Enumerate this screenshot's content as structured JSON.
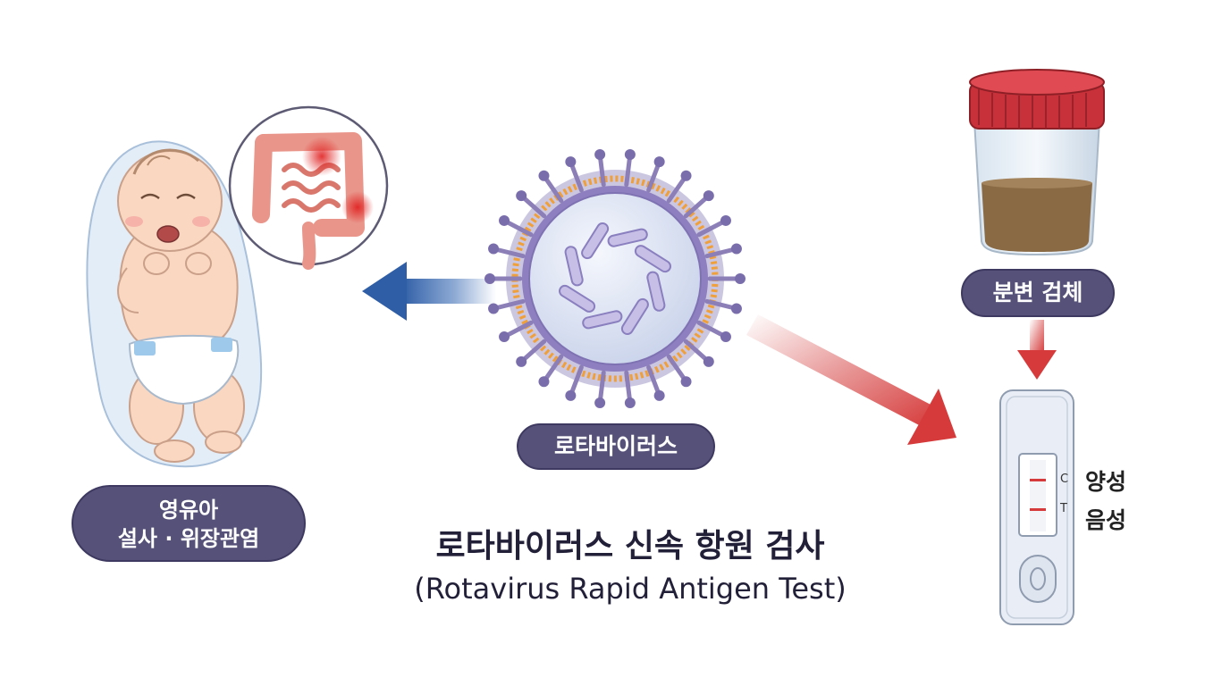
{
  "labels": {
    "infant_line1": "영유아",
    "infant_line2": "설사 · 위장관염",
    "virus": "로타바이러스",
    "specimen": "분변 검체"
  },
  "title": {
    "korean": "로타바이러스 신속 항원 검사",
    "english": "(Rotavirus Rapid Antigen Test)"
  },
  "test_strip": {
    "control_mark": "C",
    "test_mark": "T",
    "result_positive": "양성",
    "result_negative": "음성"
  },
  "colors": {
    "pill_fill": "#565178",
    "arrow_blue": "#3f6fb6",
    "arrow_red": "#d64545",
    "cup_lid": "#c8313a",
    "stool": "#8a6a44",
    "virus_spike": "#8c7fb8",
    "virus_ring": "#f0a03a"
  },
  "icons": {
    "infant": "crying-baby-illustration",
    "intestine": "inflamed-intestine-icon",
    "virus": "rotavirus-particle-icon",
    "cup": "specimen-cup-icon",
    "cassette": "rapid-test-cassette-icon"
  }
}
